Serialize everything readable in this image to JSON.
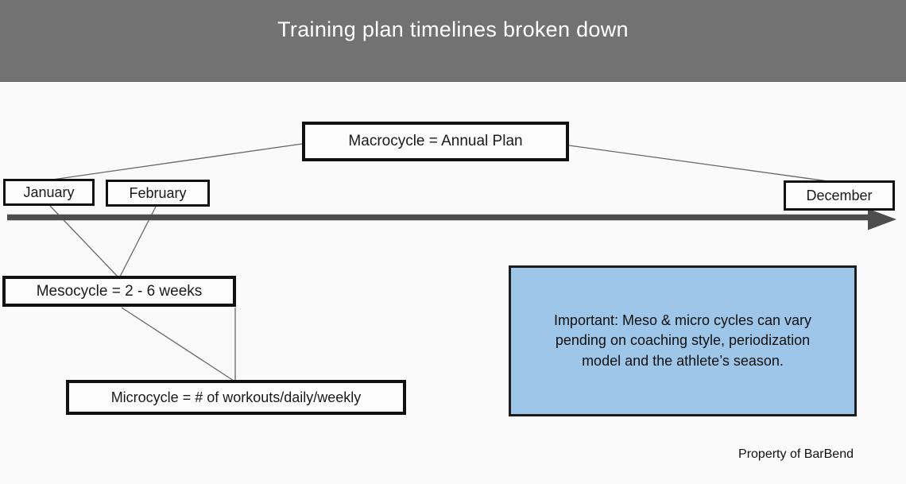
{
  "header": {
    "title": "Training plan timelines broken down"
  },
  "colors": {
    "page_bg": "#fafafa",
    "header_bg": "#727272",
    "note_bg": "#9dc6e8",
    "timeline": "#4d4d4d",
    "box_border": "#111111"
  },
  "timeline": {
    "months": {
      "january": "January",
      "february": "February",
      "december": "December"
    }
  },
  "boxes": {
    "macrocycle": "Macrocycle = Annual Plan",
    "mesocycle": "Mesocycle = 2 - 6 weeks",
    "microcycle": "Microcycle = # of workouts/daily/weekly"
  },
  "note": {
    "lines": [
      "Important: Meso & micro cycles can vary",
      "pending on coaching style, periodization",
      "model and the athlete’s season."
    ]
  },
  "footer": {
    "credit": "Property of BarBend"
  }
}
